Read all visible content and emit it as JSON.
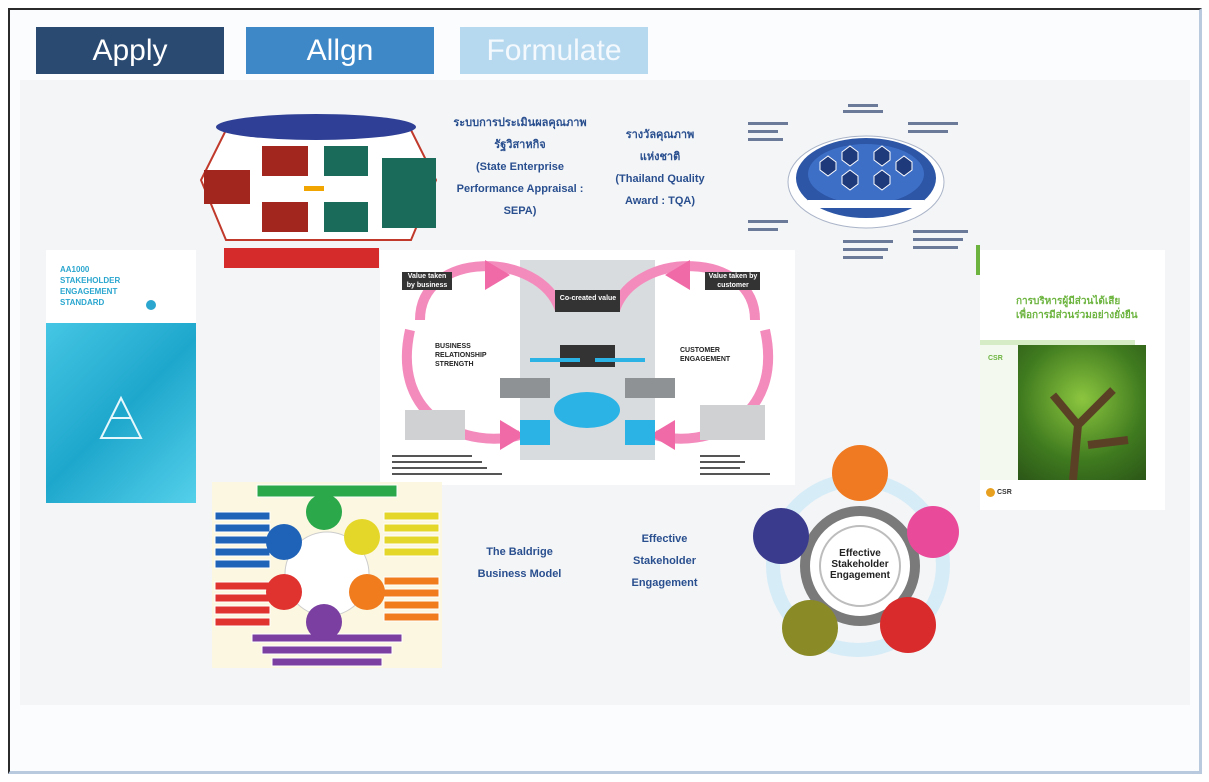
{
  "colors": {
    "apply": "#2a4a72",
    "align": "#3f88c8",
    "formulate": "#b7d9f0"
  },
  "tabs": [
    {
      "label": "Apply"
    },
    {
      "label": "Allgn"
    },
    {
      "label": "Formulate"
    }
  ],
  "sepa": {
    "lines": [
      "ระบบการประเมินผลคุณภาพ",
      "รัฐวิสาหกิจ",
      "(State Enterprise",
      "Performance Appraisal :",
      "SEPA)"
    ]
  },
  "tqa": {
    "lines": [
      "รางวัลคุณภาพ",
      "แห่งชาติ",
      "(Thailand Quality",
      "Award : TQA)"
    ]
  },
  "baldrige": {
    "lines": [
      "The Baldrige",
      "Business Model"
    ]
  },
  "effective": {
    "lines": [
      "Effective",
      "Stakeholder",
      "Engagement"
    ]
  },
  "aa1000": {
    "lines": [
      "AA1000",
      "STAKEHOLDER",
      "ENGAGEMENT",
      "STANDARD"
    ]
  },
  "csr": {
    "lines": [
      "การบริหารผู้มีส่วนได้เสีย",
      "เพื่อการมีส่วนร่วมอย่างยั่งยืน"
    ],
    "code": "CSR"
  },
  "center": {
    "left_title": [
      "BUSINESS",
      "RELATIONSHIP",
      "STRENGTH"
    ],
    "right_title": [
      "CUSTOMER",
      "ENGAGEMENT"
    ],
    "co_created": "Co-created value",
    "value_left": "Value taken by business",
    "value_right": "Value taken by customer"
  },
  "wheel": {
    "center": [
      "Effective",
      "Stakeholder",
      "Engagement"
    ]
  }
}
